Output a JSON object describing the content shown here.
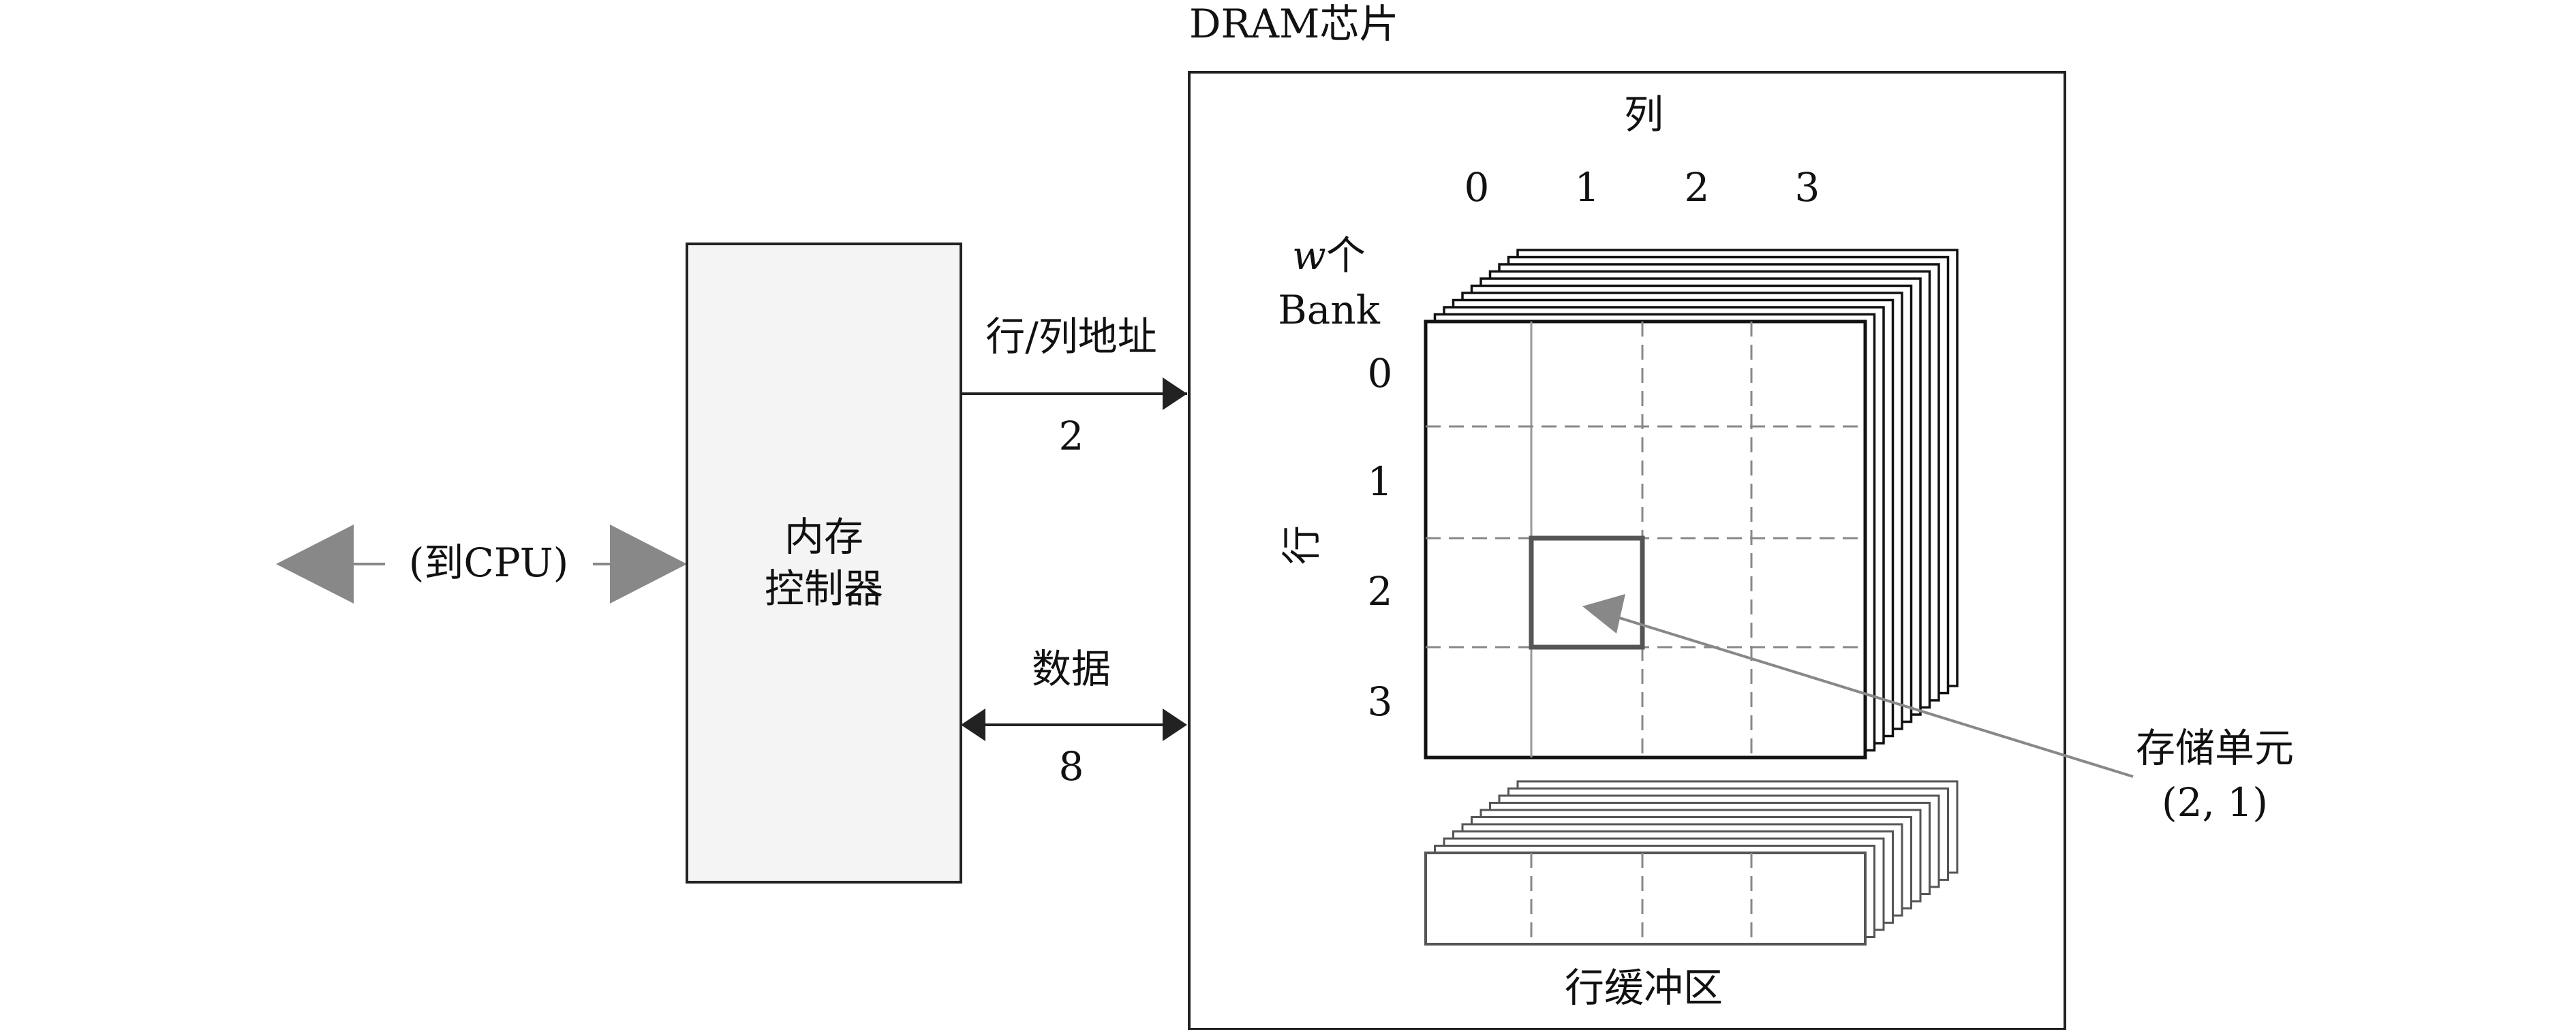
{
  "cpu_link": {
    "label": "(到CPU)"
  },
  "controller": {
    "line1": "内存",
    "line2": "控制器"
  },
  "address_bus": {
    "label": "行/列地址",
    "width": "2"
  },
  "data_bus": {
    "label": "数据",
    "width": "8"
  },
  "dram_chip": {
    "title": "DRAM芯片",
    "column_header": "列",
    "column_labels": [
      "0",
      "1",
      "2",
      "3"
    ],
    "row_header": "行",
    "row_labels": [
      "0",
      "1",
      "2",
      "3"
    ],
    "bank_count_var": "w",
    "bank_count_suffix": "个",
    "bank_word": "Bank",
    "row_buffer_label": "行缓冲区"
  },
  "cell_callout": {
    "line1": "存储单元",
    "line2": "(2, 1)"
  },
  "colors": {
    "controller_fill": "#f4f4f4",
    "gray_arrow": "#888888",
    "line": "#222222"
  }
}
